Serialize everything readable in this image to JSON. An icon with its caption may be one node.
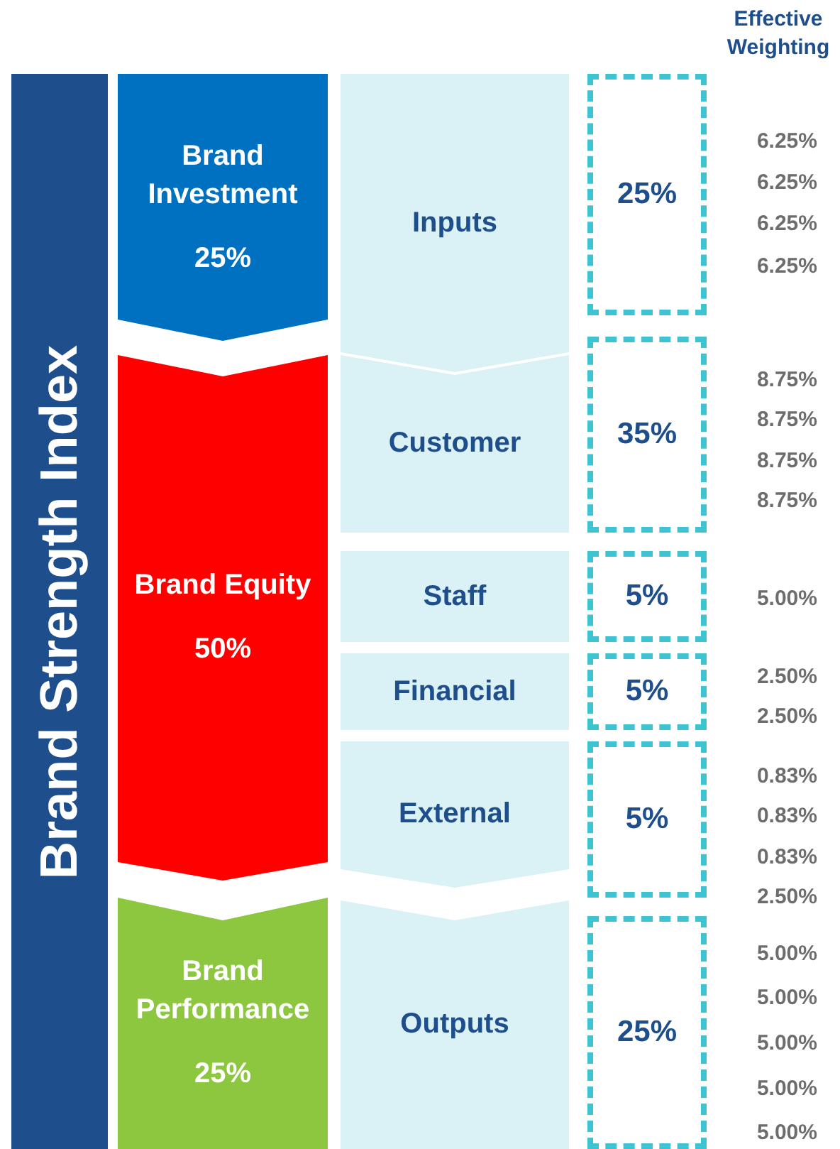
{
  "diagram": {
    "nodes": [
      {
        "text": [
          "Brand Strength Index"
        ]
      },
      {
        "text": [
          "Brand Investment",
          "25%"
        ]
      },
      {
        "text": [
          "Brand Equity",
          "50%"
        ]
      },
      {
        "text": [
          "Brand Performance",
          "25%"
        ]
      },
      {
        "text": [
          "Inputs"
        ]
      },
      {
        "text": [
          "Customer"
        ]
      },
      {
        "text": [
          "Staff"
        ]
      },
      {
        "text": [
          "Financial"
        ]
      },
      {
        "text": [
          "External"
        ]
      },
      {
        "text": [
          "Outputs"
        ]
      },
      {
        "text": [
          "25%"
        ]
      },
      {
        "text": [
          "35%"
        ]
      },
      {
        "text": [
          "5%"
        ]
      },
      {
        "text": [
          "5%"
        ]
      },
      {
        "text": [
          "5%"
        ]
      },
      {
        "text": [
          "25%"
        ]
      }
    ],
    "edges": [],
    "labels": [
      "Effective Weighting",
      "6.25%",
      "6.25%",
      "6.25%",
      "6.25%",
      "8.75%",
      "8.75%",
      "8.75%",
      "8.75%",
      "5.00%",
      "2.50%",
      "2.50%",
      "0.83%",
      "0.83%",
      "0.83%",
      "2.50%",
      "5.00%",
      "5.00%",
      "5.00%",
      "5.00%",
      "5.00%"
    ]
  }
}
